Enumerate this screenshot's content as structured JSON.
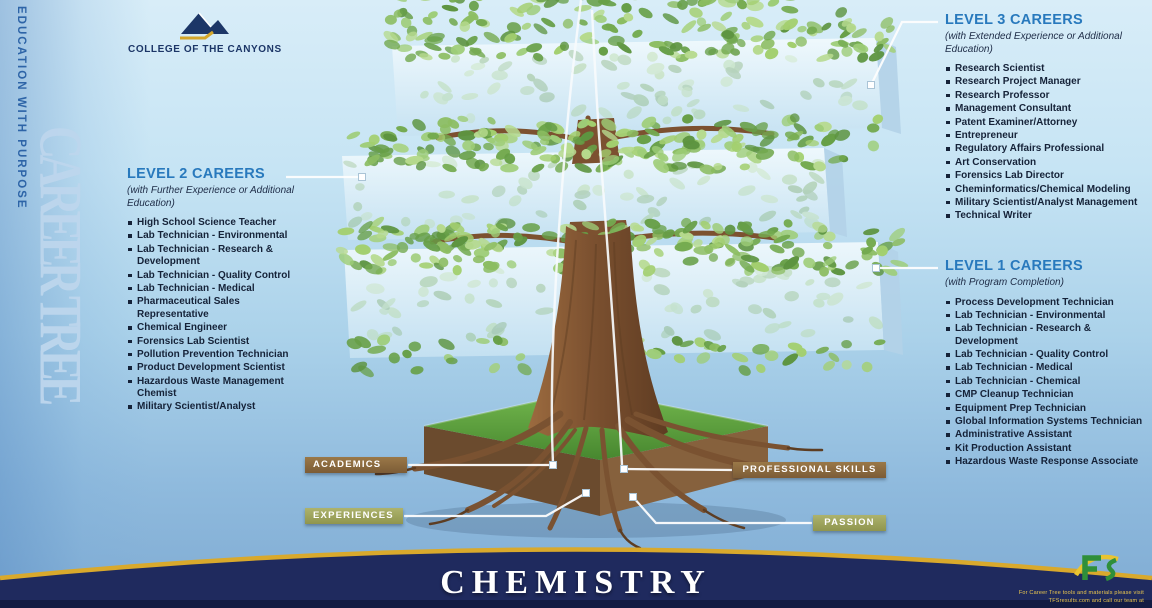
{
  "brand": {
    "tagline": "EDUCATION WITH PURPOSE",
    "title": "CAREER TREE",
    "college_name": "COLLEGE OF THE CANYONS"
  },
  "levels": {
    "level3": {
      "heading": "LEVEL 3 CAREERS",
      "subtitle": "(with Extended Experience or Additional Education)",
      "careers": [
        "Research Scientist",
        "Research Project Manager",
        "Research Professor",
        "Management Consultant",
        "Patent Examiner/Attorney",
        "Entrepreneur",
        "Regulatory Affairs Professional",
        "Art Conservation",
        "Forensics Lab Director",
        "Cheminformatics/Chemical Modeling",
        "Military Scientist/Analyst Management",
        "Technical Writer"
      ]
    },
    "level2": {
      "heading": "LEVEL 2 CAREERS",
      "subtitle": "(with Further Experience or Additional Education)",
      "careers": [
        "High School Science Teacher",
        "Lab Technician - Environmental",
        "Lab Technician - Research & Development",
        "Lab Technician - Quality Control",
        "Lab Technician - Medical",
        "Pharmaceutical Sales Representative",
        "Chemical Engineer",
        "Forensics Lab Scientist",
        "Pollution Prevention Technician",
        "Product Development Scientist",
        "Hazardous Waste Management Chemist",
        "Military Scientist/Analyst"
      ]
    },
    "level1": {
      "heading": "LEVEL 1 CAREERS",
      "subtitle": "(with Program Completion)",
      "careers": [
        "Process Development Technician",
        "Lab Technician - Environmental",
        "Lab Technician - Research & Development",
        "Lab Technician - Quality Control",
        "Lab Technician - Medical",
        "Lab Technician - Chemical",
        "CMP Cleanup Technician",
        "Equipment Prep Technician",
        "Global Information Systems Technician",
        "Administrative Assistant",
        "Kit Production Assistant",
        "Hazardous Waste Response Associate"
      ]
    }
  },
  "roots": {
    "academics": "ACADEMICS",
    "professional_skills": "PROFESSIONAL SKILLS",
    "experiences": "EXPERIENCES",
    "passion": "PASSION"
  },
  "footer": {
    "discipline": "CHEMISTRY",
    "note_line1": "For Career Tree tools and materials please visit",
    "note_line2": "TFSresults.com and call our team at"
  },
  "colors": {
    "heading_blue": "#2879bd",
    "navy_band": "#1f2a5e",
    "gold": "#d9a92c",
    "bar_brown": "#7c5c36",
    "bar_olive": "#8f954e",
    "sky_top": "#d8edf8",
    "sky_bottom": "#7fabd3"
  }
}
